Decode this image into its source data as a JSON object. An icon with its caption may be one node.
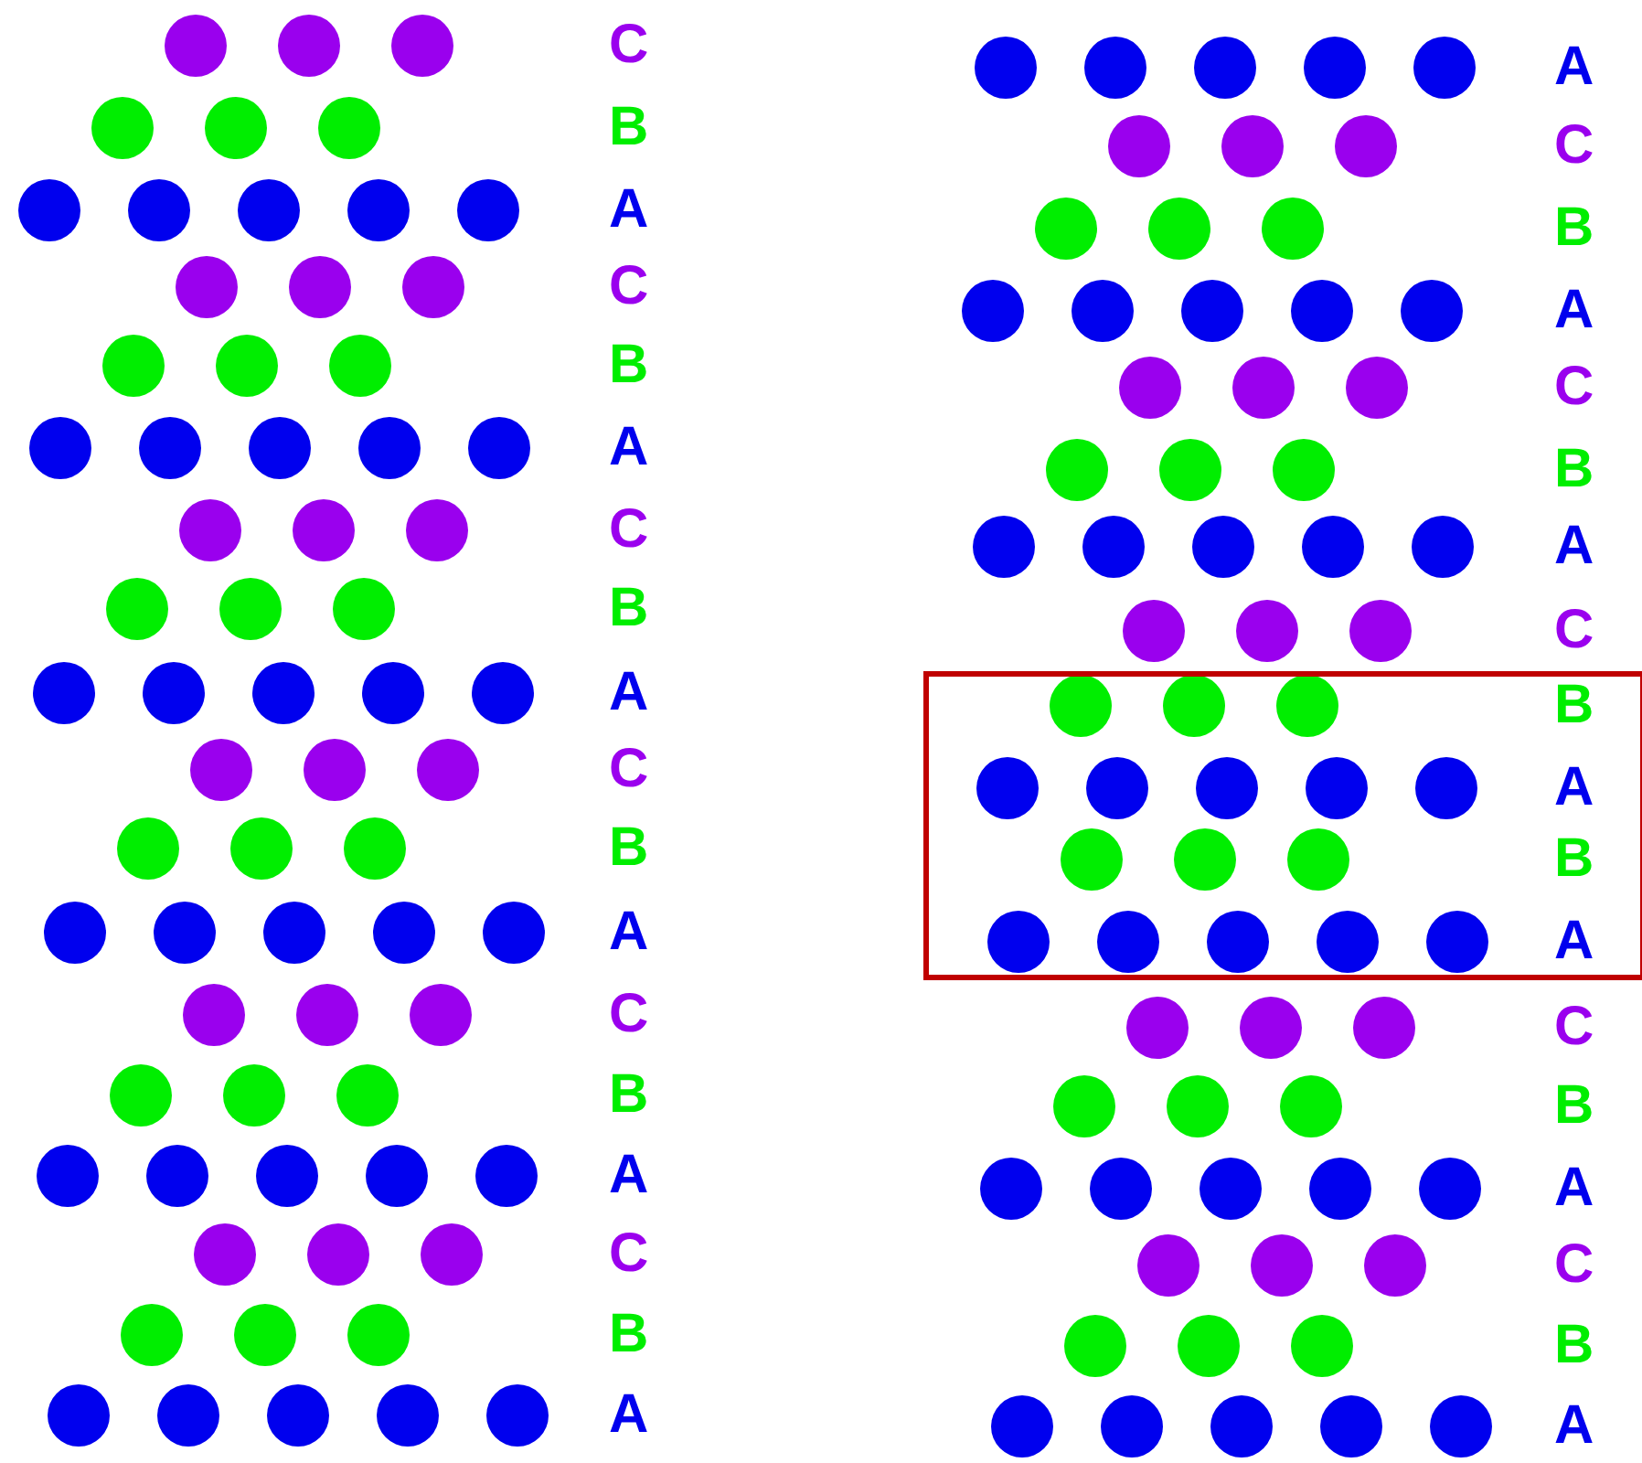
{
  "diagram": {
    "labels": [
      "C",
      "B",
      "A",
      "C",
      "B",
      "A",
      "C",
      "B",
      "A",
      "C",
      "B",
      "A",
      "C",
      "B",
      "A",
      "C",
      "B",
      "A",
      "A",
      "C",
      "B",
      "A",
      "C",
      "B",
      "A",
      "C",
      "B",
      "A",
      "B",
      "A",
      "C",
      "B",
      "A",
      "C",
      "B",
      "A"
    ]
  }
}
